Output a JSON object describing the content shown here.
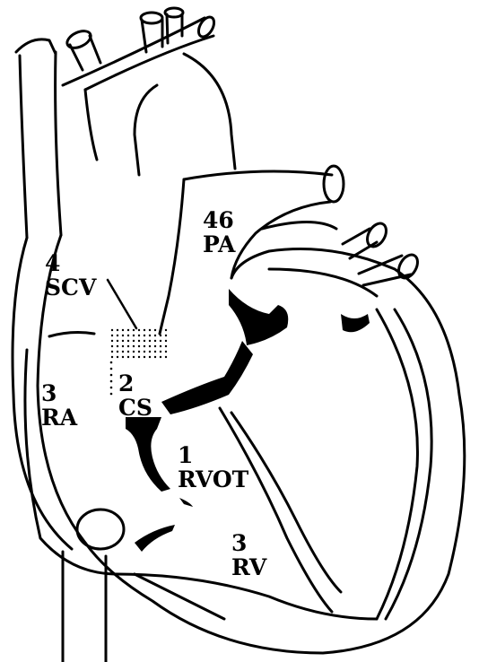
{
  "labels": {
    "scv": {
      "value": "4",
      "name": "SCV"
    },
    "pa": {
      "value": "46",
      "name": "PA"
    },
    "cs": {
      "value": "2",
      "name": "CS"
    },
    "ra": {
      "value": "3",
      "name": "RA"
    },
    "rvot": {
      "value": "1",
      "name": "RVOT"
    },
    "rv": {
      "value": "3",
      "name": "RV"
    }
  },
  "colors": {
    "line": "#000000",
    "background": "#ffffff"
  }
}
